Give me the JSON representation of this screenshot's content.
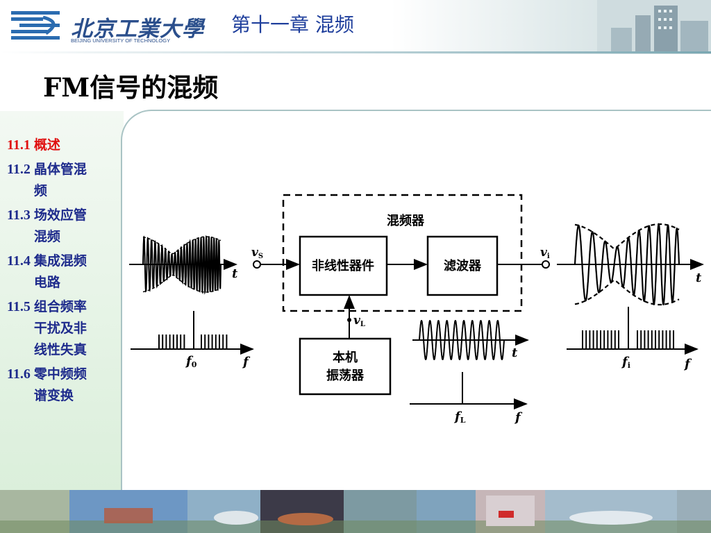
{
  "header": {
    "university_cn": "北京工業大學",
    "university_en": "BEIJING UNIVERSITY OF TECHNOLOGY",
    "chapter": "第十一章 混频"
  },
  "slide": {
    "title": "FM信号的混频"
  },
  "nav": {
    "items": [
      {
        "num": "11.1",
        "label": "概述",
        "active": true
      },
      {
        "num": "11.2",
        "label": "晶体管混频",
        "active": false
      },
      {
        "num": "11.3",
        "label": "场效应管混频",
        "active": false
      },
      {
        "num": "11.4",
        "label": "集成混频电路",
        "active": false
      },
      {
        "num": "11.5",
        "label": "组合频率干扰及非线性失真",
        "active": false
      },
      {
        "num": "11.6",
        "label": "零中频频谱变换",
        "active": false
      }
    ]
  },
  "diagram": {
    "mixer_label": "混频器",
    "nonlinear_label": "非线性器件",
    "filter_label": "滤波器",
    "osc_line1": "本机",
    "osc_line2": "振荡器",
    "vs_label": "v",
    "vs_sub": "S",
    "vi_label": "v",
    "vi_sub": "i",
    "vl_label": "v",
    "vl_sub": "L",
    "t_label": "t",
    "f_label": "f",
    "f0_label": "f",
    "f0_sub": "0",
    "fi_label": "f",
    "fi_sub": "i",
    "fl_label": "f",
    "fl_sub": "L"
  },
  "colors": {
    "title_blue": "#1f3f9c",
    "nav_blue": "#1e2b8c",
    "nav_active": "#e01010"
  }
}
